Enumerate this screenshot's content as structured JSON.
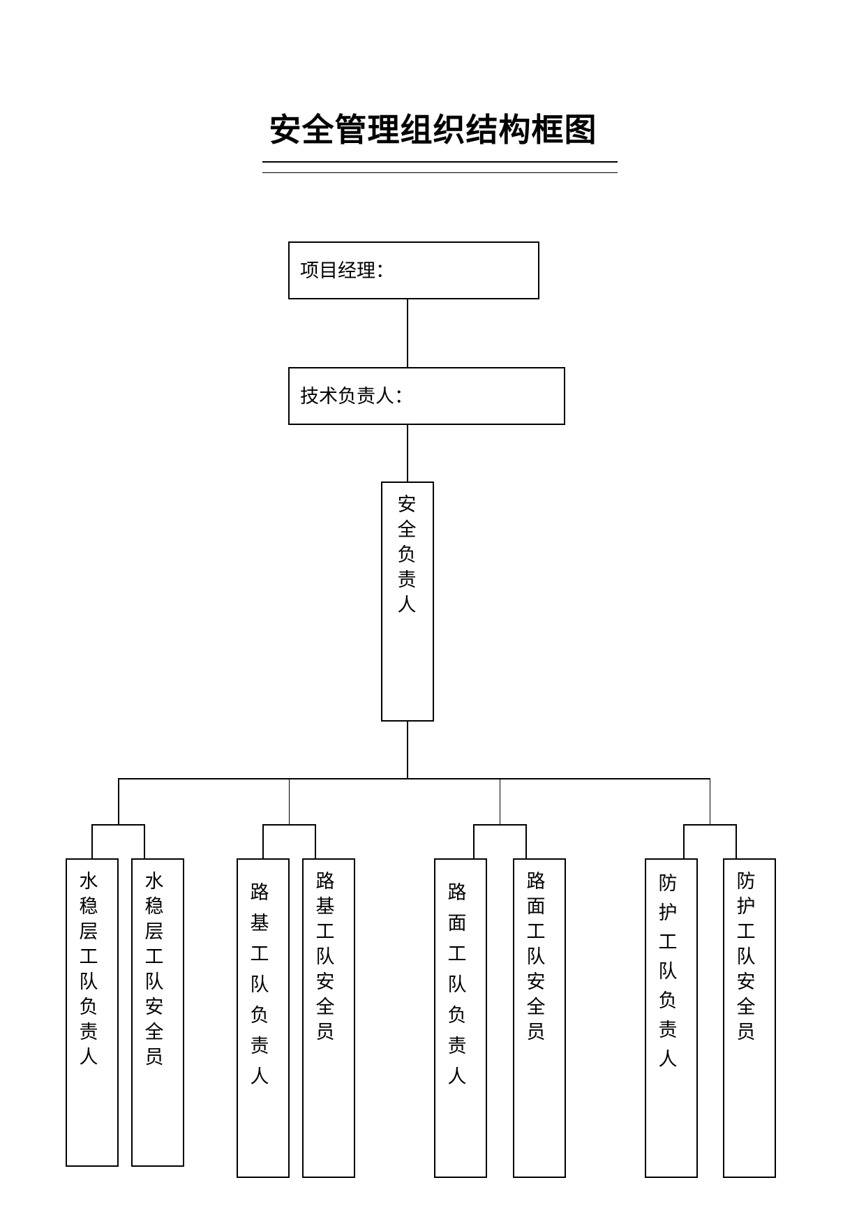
{
  "title": "安全管理组织结构框图",
  "nodes": {
    "project_manager": "项目经理：",
    "tech_lead": "技术负责人：",
    "safety_lead": "安全负责人",
    "teams": [
      {
        "lead": "水稳层工队负责人",
        "safety": "水稳层工队安全员"
      },
      {
        "lead": "路基工队负责人",
        "safety": "路基工队安全员"
      },
      {
        "lead": "路面工队负责人",
        "safety": "路面工队安全员"
      },
      {
        "lead": "防护工队负责人",
        "safety": "防护工队安全员"
      }
    ]
  }
}
